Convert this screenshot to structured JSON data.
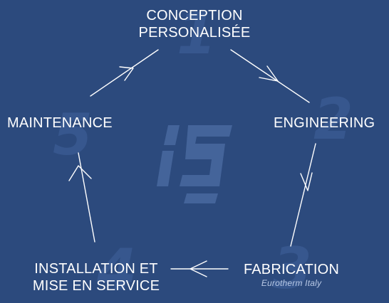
{
  "steps": {
    "conception": {
      "line1": "CONCEPTION",
      "line2": "PERSONALISÉE",
      "number": "1"
    },
    "engineering": {
      "label": "ENGINEERING",
      "number": "2"
    },
    "fabrication": {
      "label": "FABRICATION",
      "sublabel": "Eurotherm Italy",
      "number": "3"
    },
    "installation": {
      "line1": "INSTALLATION ET",
      "line2": "MISE EN SERVICE",
      "number": "4"
    },
    "maintenance": {
      "label": "MAINTENANCE",
      "number": "5"
    }
  },
  "colors": {
    "background": "#2c4a7d",
    "text": "#ffffff",
    "watermark": "#37578e",
    "arrows": "#ffffff"
  },
  "center_logo": {
    "icon": "is-logo"
  }
}
